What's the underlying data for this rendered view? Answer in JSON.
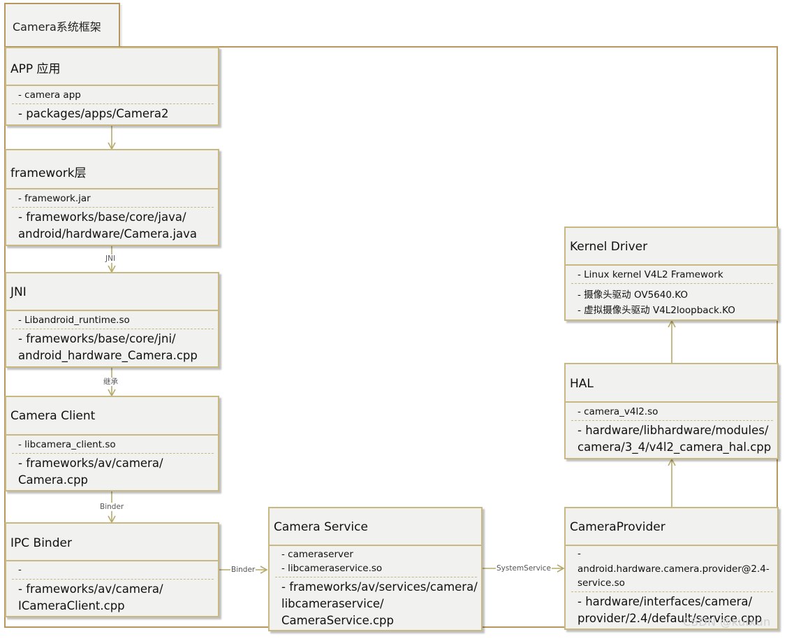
{
  "package": {
    "title": "Camera系统框架"
  },
  "boxes": {
    "app": {
      "title": "APP 应用",
      "lines1": [
        "- camera app"
      ],
      "lines2": [
        "- packages/apps/Camera2"
      ]
    },
    "framework": {
      "title": "framework层",
      "lines1": [
        "- framework.jar"
      ],
      "lines2": [
        "- frameworks/base/core/java/",
        "android/hardware/Camera.java"
      ]
    },
    "jni": {
      "title": "JNI",
      "lines1": [
        "- Libandroid_runtime.so"
      ],
      "lines2": [
        "- frameworks/base/core/jni/",
        "android_hardware_Camera.cpp"
      ]
    },
    "client": {
      "title": "Camera Client",
      "lines1": [
        "- libcamera_client.so"
      ],
      "lines2": [
        "- frameworks/av/camera/",
        "Camera.cpp"
      ]
    },
    "ipc": {
      "title": "IPC Binder",
      "lines1": [
        "-"
      ],
      "lines2": [
        "- frameworks/av/camera/",
        "ICameraClient.cpp"
      ]
    },
    "service": {
      "title": "Camera Service",
      "lines1": [
        "- cameraserver",
        "- libcameraservice.so"
      ],
      "lines2": [
        "- frameworks/av/services/camera/",
        "libcameraservice/",
        "CameraService.cpp"
      ]
    },
    "provider": {
      "title": "CameraProvider",
      "lines1": [
        "-",
        "android.hardware.camera.provider@2.4-",
        "service.so"
      ],
      "lines2": [
        "- hardware/interfaces/camera/",
        "provider/2.4/default/service.cpp"
      ]
    },
    "hal": {
      "title": "HAL",
      "lines1": [
        "- camera_v4l2.so"
      ],
      "lines2": [
        "- hardware/libhardware/modules/",
        "camera/3_4/v4l2_camera_hal.cpp"
      ]
    },
    "kernel": {
      "title": "Kernel Driver",
      "lines1": [
        "- Linux kernel V4L2 Framework"
      ],
      "lines2": [
        "- 摄像头驱动 OV5640.KO",
        "- 虚拟摄像头驱动 V4L2loopback.KO"
      ]
    }
  },
  "edges": {
    "framework_jni": "JNI",
    "jni_client": "继承",
    "client_ipc": "Binder",
    "ipc_service": "Binder",
    "service_provider": "SystemService"
  },
  "watermark": "CSDN @kuixun",
  "colors": {
    "frame": "#b8975c",
    "box_border": "#c8b983",
    "box_fill": "#f1f1ef",
    "arrow": "#b5aa6a"
  }
}
